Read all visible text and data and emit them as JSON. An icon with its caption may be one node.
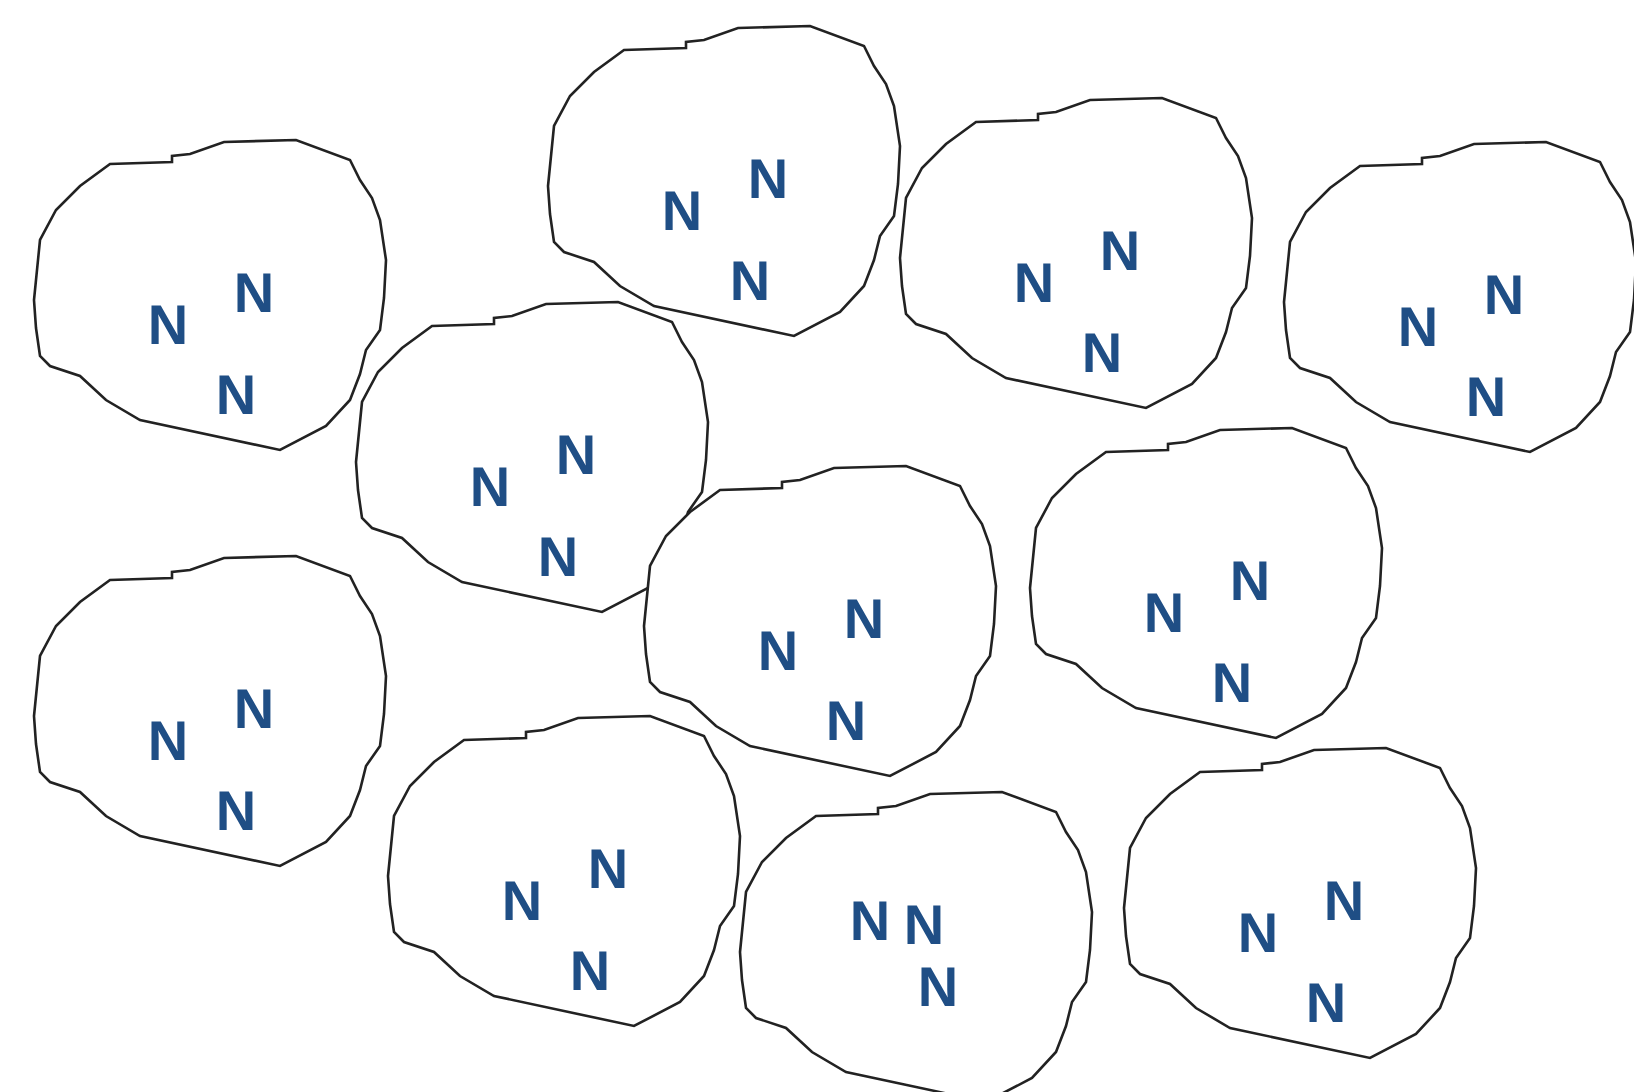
{
  "diagram": {
    "nodes": [
      {
        "text": [
          "N",
          "N",
          "N"
        ]
      },
      {
        "text": [
          "N",
          "N",
          "N"
        ]
      },
      {
        "text": [
          "N",
          "N",
          "N"
        ]
      },
      {
        "text": [
          "N",
          "N",
          "N"
        ]
      },
      {
        "text": [
          "N",
          "N",
          "N"
        ]
      },
      {
        "text": [
          "N",
          "N",
          "N"
        ]
      },
      {
        "text": [
          "N",
          "N",
          "N"
        ]
      },
      {
        "text": [
          "N",
          "N",
          "N"
        ]
      },
      {
        "text": [
          "N",
          "N",
          "N"
        ]
      },
      {
        "text": [
          "N",
          "N",
          "N"
        ]
      },
      {
        "text": [
          "N",
          "N",
          "N"
        ]
      }
    ]
  }
}
